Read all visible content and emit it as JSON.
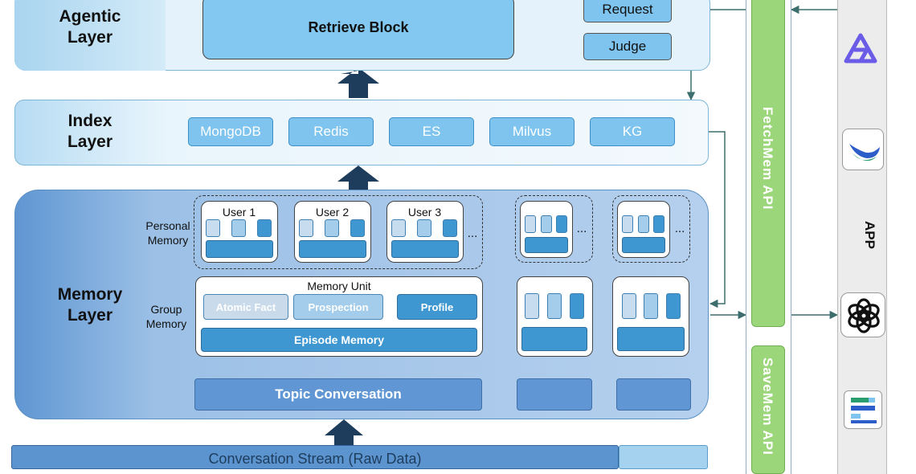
{
  "agentic_layer": {
    "label": "Agentic\nLayer",
    "retrieve_block": "Retrieve Block",
    "request": "Request",
    "judge": "Judge"
  },
  "index_layer": {
    "label": "Index\nLayer",
    "stores": [
      "MongoDB",
      "Redis",
      "ES",
      "Milvus",
      "KG"
    ]
  },
  "memory_layer": {
    "label": "Memory\nLayer",
    "personal_memory_label": "Personal\nMemory",
    "group_memory_label": "Group\nMemory",
    "users": [
      "User 1",
      "User 2",
      "User 3"
    ],
    "ellipsis": "...",
    "memory_unit": "Memory Unit",
    "unit_items": [
      "Atomic Fact",
      "Prospection",
      "Profile"
    ],
    "episode_memory": "Episode Memory",
    "topic_conversation": "Topic Conversation"
  },
  "bottom": {
    "conversation_stream": "Conversation Stream (Raw Data)"
  },
  "apis": {
    "fetch": "FetchMem API",
    "save": "SaveMem API"
  },
  "app_panel": {
    "label": "APP",
    "icons": [
      "qwen-icon",
      "deepseek-icon",
      "openai-icon",
      "kimi-icon"
    ]
  },
  "colors": {
    "green_api": "#9bd67a",
    "dark_arrow": "#1e3d5c",
    "light_blue": "#7ec4ee",
    "mid_blue": "#3f97d1"
  }
}
